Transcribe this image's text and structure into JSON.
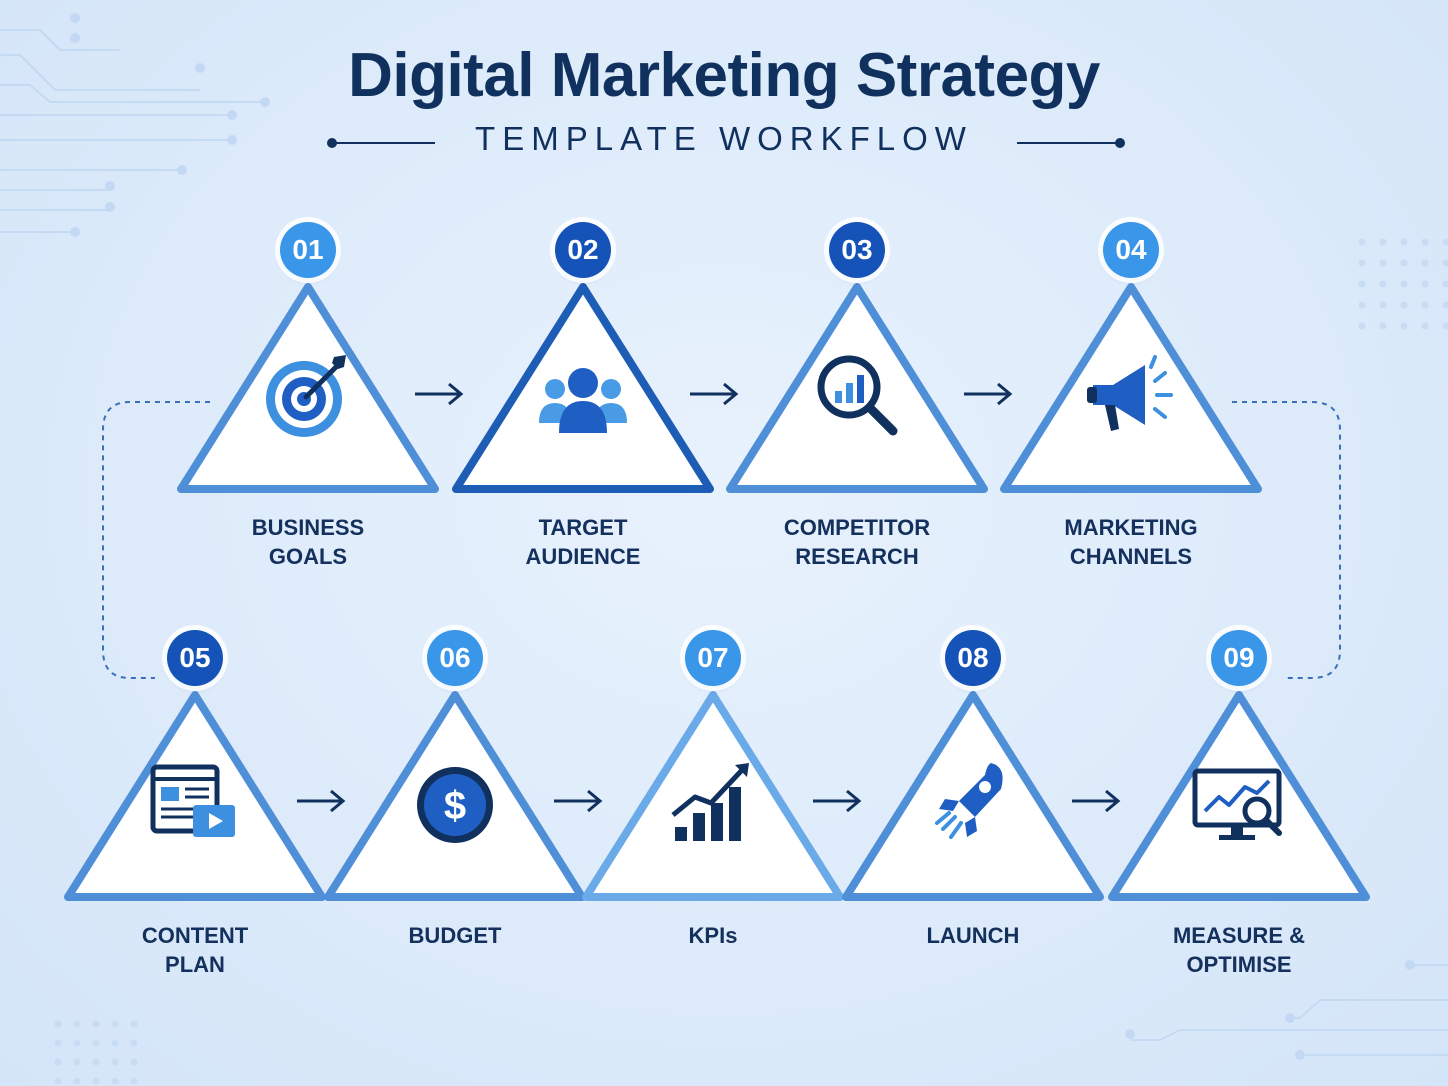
{
  "title": "Digital Marketing Strategy",
  "subtitle": "TEMPLATE WORKFLOW",
  "colors": {
    "navy": "#10305e",
    "badge_light": "#3a96e8",
    "badge_dark": "#1553b8",
    "icon_blue": "#1f5fc4",
    "triangle_border": "#4f8fd8"
  },
  "steps": [
    {
      "number": "01",
      "label_lines": [
        "BUSINESS",
        "GOALS"
      ],
      "icon": "target-icon"
    },
    {
      "number": "02",
      "label_lines": [
        "TARGET",
        "AUDIENCE"
      ],
      "icon": "people-icon"
    },
    {
      "number": "03",
      "label_lines": [
        "COMPETITOR",
        "RESEARCH"
      ],
      "icon": "magnifier-chart-icon"
    },
    {
      "number": "04",
      "label_lines": [
        "MARKETING",
        "CHANNELS"
      ],
      "icon": "megaphone-icon"
    },
    {
      "number": "05",
      "label_lines": [
        "CONTENT",
        "PLAN"
      ],
      "icon": "content-icon"
    },
    {
      "number": "06",
      "label_lines": [
        "BUDGET",
        ""
      ],
      "icon": "dollar-icon"
    },
    {
      "number": "07",
      "label_lines": [
        "KPIs",
        ""
      ],
      "icon": "growth-chart-icon"
    },
    {
      "number": "08",
      "label_lines": [
        "LAUNCH",
        ""
      ],
      "icon": "rocket-icon"
    },
    {
      "number": "09",
      "label_lines": [
        "MEASURE &",
        "OPTIMISE"
      ],
      "icon": "monitor-analytics-icon"
    }
  ]
}
